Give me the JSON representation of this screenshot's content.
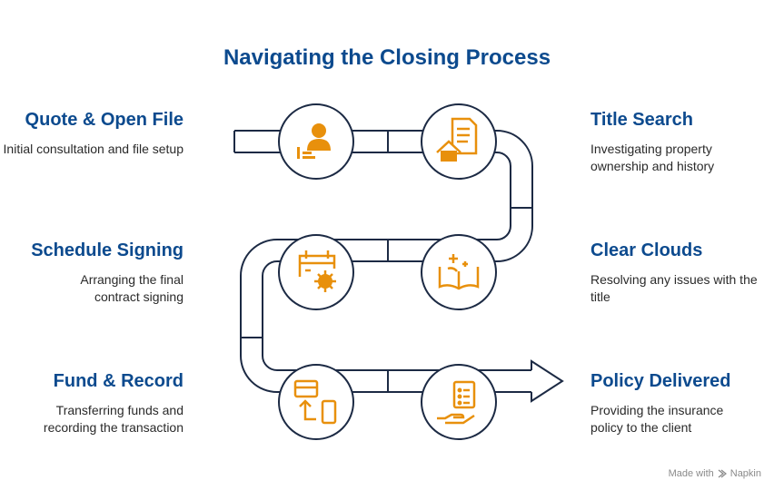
{
  "title": "Navigating the Closing Process",
  "steps": [
    {
      "title": "Quote & Open File",
      "desc": "Initial consultation and file setup"
    },
    {
      "title": "Title Search",
      "desc": "Investigating property ownership and history"
    },
    {
      "title": "Clear Clouds",
      "desc": "Resolving any issues with the title"
    },
    {
      "title": "Schedule Signing",
      "desc": "Arranging the final contract signing"
    },
    {
      "title": "Fund & Record",
      "desc": "Transferring funds and recording the transaction"
    },
    {
      "title": "Policy Delivered",
      "desc": "Providing the insurance policy to the client"
    }
  ],
  "icons": [
    "person-id-icon",
    "house-document-icon",
    "book-sparkle-icon",
    "calendar-gear-icon",
    "card-phone-transfer-icon",
    "hand-document-icon"
  ],
  "footer": {
    "made_with": "Made with",
    "brand": "Napkin"
  },
  "colors": {
    "accent": "#e8900c",
    "stroke": "#1c2a44",
    "title": "#0c4a8e"
  }
}
